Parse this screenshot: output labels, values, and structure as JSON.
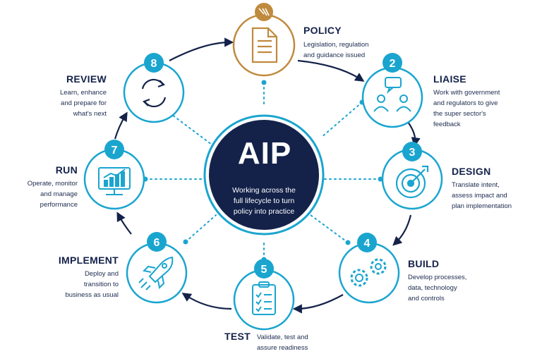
{
  "center": {
    "title": "AIP",
    "subtitle_lines": [
      "Working across the",
      "full lifecycle to turn",
      "policy into practice"
    ]
  },
  "steps": [
    {
      "number": "",
      "title": "POLICY",
      "desc": [
        "Legislation, regulation",
        "and guidance issued"
      ],
      "icon": "document-icon"
    },
    {
      "number": "2",
      "title": "LIAISE",
      "desc": [
        "Work with government",
        "and regulators to give",
        "the super sector's",
        "feedback"
      ],
      "icon": "people-chat-icon"
    },
    {
      "number": "3",
      "title": "DESIGN",
      "desc": [
        "Translate intent,",
        "assess impact and",
        "plan implementation"
      ],
      "icon": "target-icon"
    },
    {
      "number": "4",
      "title": "BUILD",
      "desc": [
        "Develop processes,",
        "data, technology",
        "and controls"
      ],
      "icon": "gears-icon"
    },
    {
      "number": "5",
      "title": "TEST",
      "desc": [
        "Validate, test and",
        "assure readiness"
      ],
      "icon": "clipboard-checklist-icon"
    },
    {
      "number": "6",
      "title": "IMPLEMENT",
      "desc": [
        "Deploy and",
        "transition to",
        "business as usual"
      ],
      "icon": "rocket-icon"
    },
    {
      "number": "7",
      "title": "RUN",
      "desc": [
        "Operate, monitor",
        "and manage",
        "performance"
      ],
      "icon": "chart-monitor-icon"
    },
    {
      "number": "8",
      "title": "REVIEW",
      "desc": [
        "Learn, enhance",
        "and prepare for",
        "what's next"
      ],
      "icon": "refresh-icon"
    }
  ],
  "colors": {
    "navy": "#14224a",
    "teal": "#1aa5cf",
    "gold": "#c08a3e",
    "dots": "#1aa5cf"
  }
}
